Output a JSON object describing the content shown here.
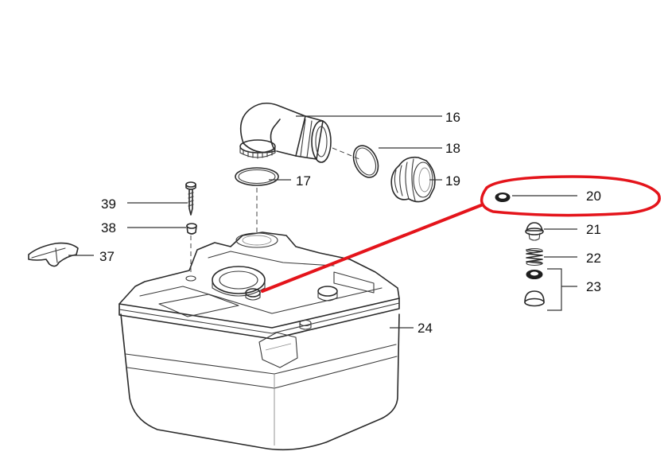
{
  "diagram": {
    "part_labels": {
      "p16": "16",
      "p17": "17",
      "p18": "18",
      "p19": "19",
      "p20": "20",
      "p21": "21",
      "p22": "22",
      "p23": "23",
      "p24": "24",
      "p37": "37",
      "p38": "38",
      "p39": "39"
    },
    "highlight": {
      "target_part": "20",
      "color": "#e4141b"
    }
  }
}
